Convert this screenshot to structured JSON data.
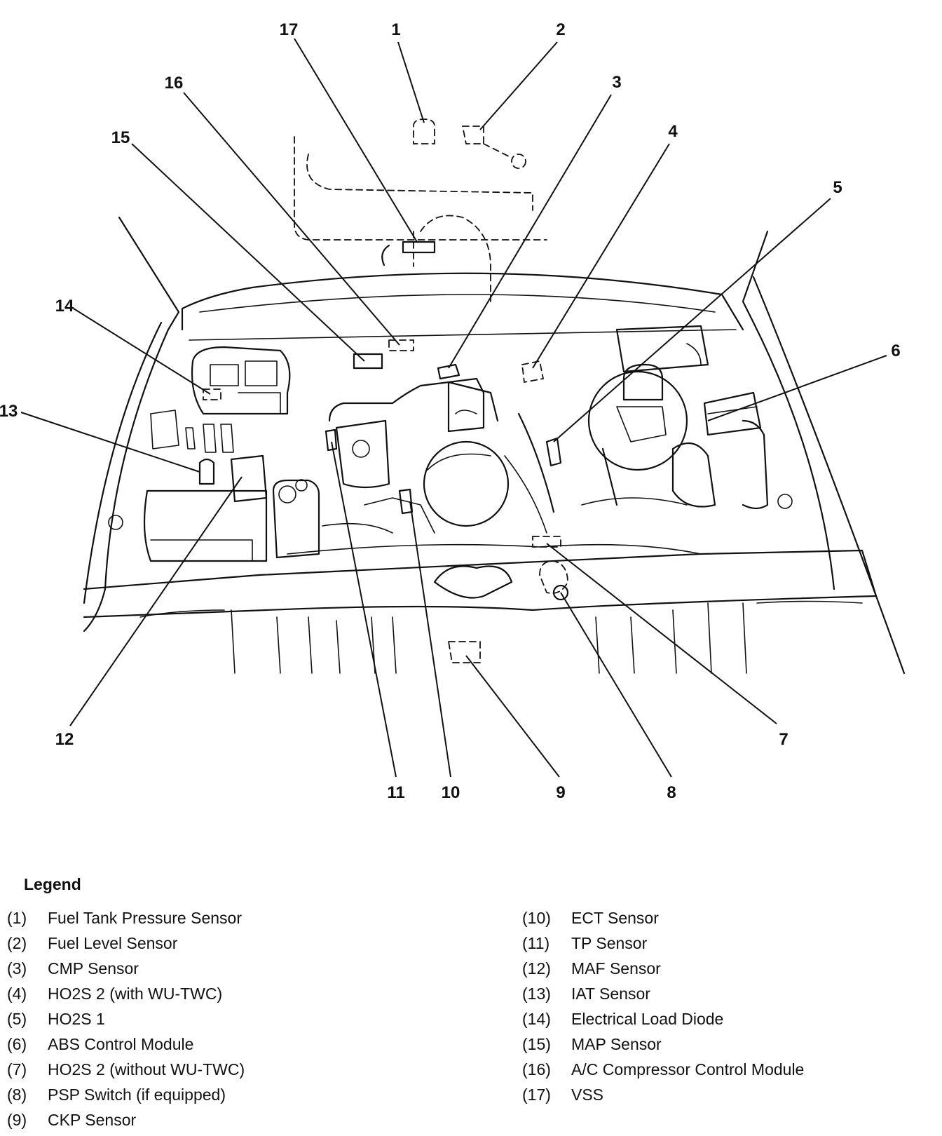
{
  "callouts": [
    "1",
    "2",
    "3",
    "4",
    "5",
    "6",
    "7",
    "8",
    "9",
    "10",
    "11",
    "12",
    "13",
    "14",
    "15",
    "16",
    "17"
  ],
  "legend": {
    "title": "Legend",
    "left": [
      {
        "key": "(1)",
        "label": "Fuel Tank Pressure Sensor"
      },
      {
        "key": "(2)",
        "label": "Fuel Level Sensor"
      },
      {
        "key": "(3)",
        "label": "CMP Sensor"
      },
      {
        "key": "(4)",
        "label": "HO2S 2 (with WU-TWC)"
      },
      {
        "key": "(5)",
        "label": "HO2S 1"
      },
      {
        "key": "(6)",
        "label": "ABS Control Module"
      },
      {
        "key": "(7)",
        "label": "HO2S 2 (without WU-TWC)"
      },
      {
        "key": "(8)",
        "label": "PSP Switch (if equipped)"
      },
      {
        "key": "(9)",
        "label": "CKP Sensor"
      }
    ],
    "right": [
      {
        "key": "(10)",
        "label": "ECT Sensor"
      },
      {
        "key": "(11)",
        "label": "TP Sensor"
      },
      {
        "key": "(12)",
        "label": "MAF Sensor"
      },
      {
        "key": "(13)",
        "label": "IAT Sensor"
      },
      {
        "key": "(14)",
        "label": "Electrical Load Diode"
      },
      {
        "key": "(15)",
        "label": "MAP Sensor"
      },
      {
        "key": "(16)",
        "label": "A/C Compressor Control Module"
      },
      {
        "key": "(17)",
        "label": "VSS"
      }
    ]
  }
}
